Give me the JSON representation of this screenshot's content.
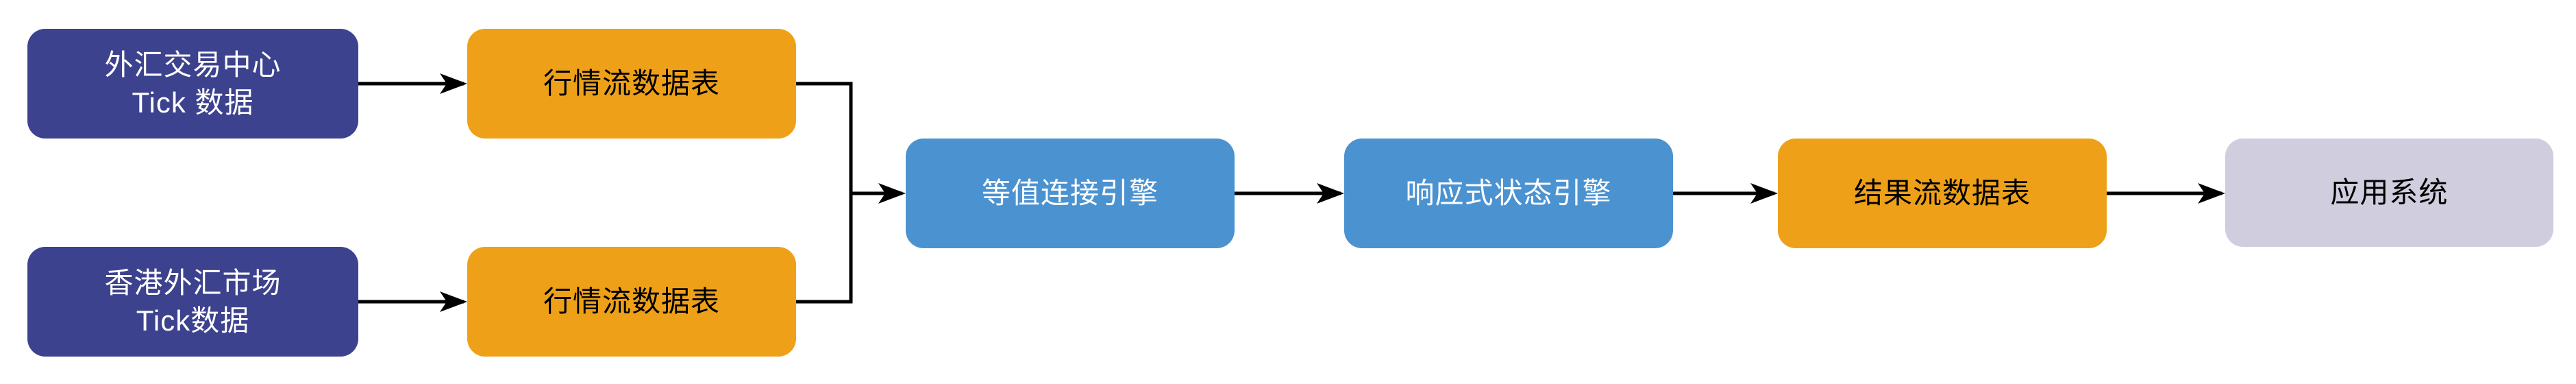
{
  "diagram": {
    "background_color": "#ffffff",
    "connector_color": "#000000",
    "colors": {
      "source_navy": "#3d428e",
      "table_orange": "#eea118",
      "engine_blue": "#4b92d1",
      "app_lavender": "#cfcdde"
    },
    "nodes": {
      "cfets_tick": {
        "line1": "外汇交易中心",
        "line2": "Tick 数据",
        "fill": "#3d428e",
        "text_color": "#ffffff"
      },
      "hk_fx_tick": {
        "line1": "香港外汇市场",
        "line2": "Tick数据",
        "fill": "#3d428e",
        "text_color": "#ffffff"
      },
      "quote_stream_table_top": {
        "line1": "行情流数据表",
        "fill": "#eea118",
        "text_color": "#000000"
      },
      "quote_stream_table_bottom": {
        "line1": "行情流数据表",
        "fill": "#eea118",
        "text_color": "#000000"
      },
      "equi_join_engine": {
        "line1": "等值连接引擎",
        "fill": "#4b92d1",
        "text_color": "#ffffff"
      },
      "reactive_state_engine": {
        "line1": "响应式状态引擎",
        "fill": "#4b92d1",
        "text_color": "#ffffff"
      },
      "result_stream_table": {
        "line1": "结果流数据表",
        "fill": "#eea118",
        "text_color": "#000000"
      },
      "application_system": {
        "line1": "应用系统",
        "fill": "#cfcdde",
        "text_color": "#000000"
      }
    }
  }
}
